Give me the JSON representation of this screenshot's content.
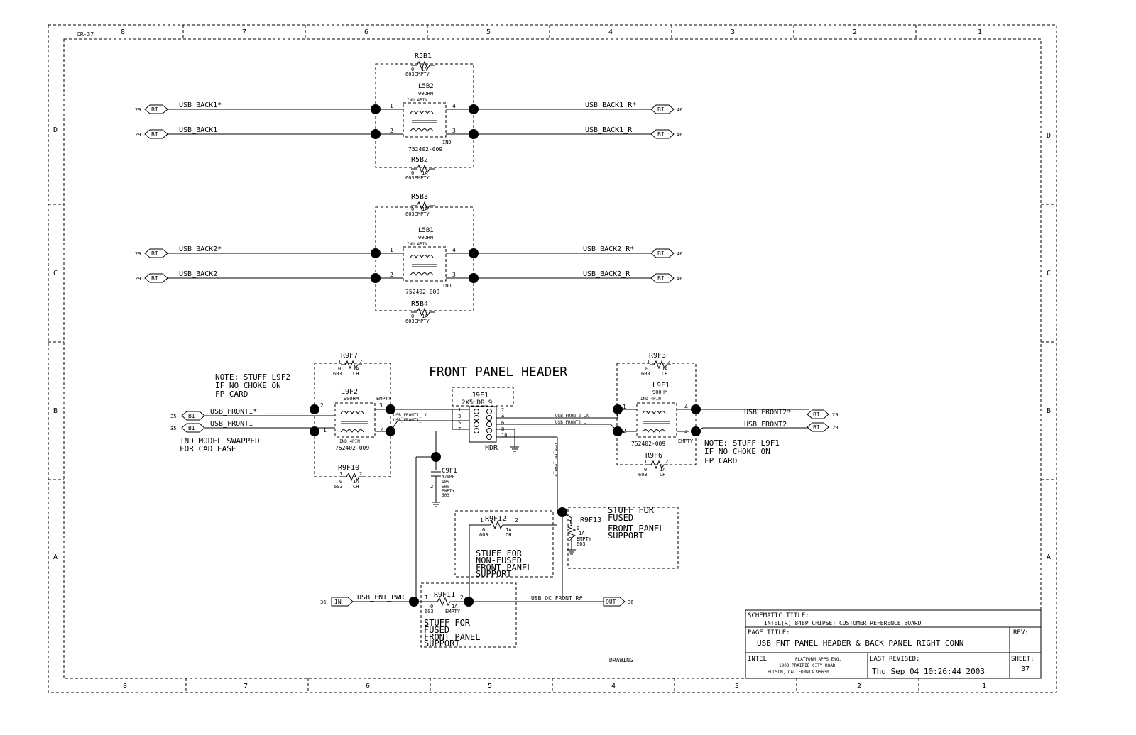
{
  "sheet_id": "CR-37",
  "zones": {
    "columns": [
      "8",
      "7",
      "6",
      "5",
      "4",
      "3",
      "2",
      "1"
    ],
    "rows": [
      "D",
      "C",
      "B",
      "A"
    ]
  },
  "title_block": {
    "schematic_title_label": "SCHEMATIC TITLE:",
    "schematic_title": "INTEL(R) 848P CHIPSET CUSTOMER REFERENCE BOARD",
    "page_title_label": "PAGE TITLE:",
    "page_title": "USB FNT PANEL HEADER & BACK PANEL RIGHT CONN",
    "rev_label": "REV:",
    "company": "INTEL",
    "address": [
      "PLATFORM APPS ENG.",
      "1900 PRAIRIE CITY ROAD",
      "FOLSOM, CALIFORNIA 95630"
    ],
    "last_revised_label": "LAST REVISED:",
    "last_revised": "Thu Sep 04 10:26:44 2003",
    "sheet_label": "SHEET:",
    "sheet_number": "37",
    "drawing_label": "DRAWING"
  },
  "back_groups": [
    {
      "choke": {
        "ref": "L5B2",
        "value": "90OHM",
        "type": "IND 4PIN",
        "part": "752402-009",
        "ind_tag": "IND"
      },
      "top_res": {
        "ref": "R5B1",
        "value": "0",
        "rating": "1A",
        "pkg": "603EMPTY"
      },
      "bot_res": {
        "ref": "R5B2",
        "value": "0",
        "rating": "1A",
        "pkg": "603EMPTY"
      },
      "pins": [
        "1",
        "2",
        "4",
        "3"
      ],
      "nets_in": [
        "USB_BACK1*",
        "USB_BACK1"
      ],
      "nets_out": [
        "USB_BACK1_R*",
        "USB_BACK1_R"
      ],
      "port_in": "29",
      "port_out": "46",
      "port_type": "BI"
    },
    {
      "choke": {
        "ref": "L5B1",
        "value": "90OHM",
        "type": "IND 4PIN",
        "part": "752402-009",
        "ind_tag": "IND"
      },
      "top_res": {
        "ref": "R5B3",
        "value": "0",
        "rating": "1A",
        "pkg": "603EMPTY"
      },
      "bot_res": {
        "ref": "R5B4",
        "value": "0",
        "rating": "1A",
        "pkg": "603EMPTY"
      },
      "pins": [
        "1",
        "2",
        "4",
        "3"
      ],
      "nets_in": [
        "USB_BACK2*",
        "USB_BACK2"
      ],
      "nets_out": [
        "USB_BACK2_R*",
        "USB_BACK2_R"
      ],
      "port_in": "29",
      "port_out": "46",
      "port_type": "BI"
    }
  ],
  "front": {
    "header_title": "FRONT PANEL HEADER",
    "left": {
      "note": [
        "NOTE: STUFF L9F2",
        "IF NO CHOKE ON",
        "FP CARD"
      ],
      "note_bottom": [
        "IND MODEL SWAPPED",
        "FOR CAD EASE"
      ],
      "nets": [
        "USB_FRONT1*",
        "USB_FRONT1"
      ],
      "port": "35",
      "port_type": "BI",
      "choke": {
        "ref": "L9F2",
        "value": "90OHM",
        "status": "EMPTY",
        "type": "IND 4PIN",
        "part": "752402-009"
      },
      "pins": [
        "2",
        "1",
        "3",
        "4"
      ],
      "top_res": {
        "ref": "R9F7",
        "value": "0",
        "rating": "1A",
        "pkg": "603",
        "note": "CH",
        "p1": "1",
        "p2": "2"
      },
      "bot_res": {
        "ref": "R9F10",
        "value": "0",
        "rating": "1A",
        "pkg": "603",
        "note": "CH",
        "p1": "1",
        "p2": "2"
      },
      "header_nets": [
        "USB_FRONT1_LX",
        "USB_FRONT1_L"
      ]
    },
    "right": {
      "note": [
        "NOTE: STUFF L9F1",
        "IF NO CHOKE ON",
        "FP CARD"
      ],
      "nets": [
        "USB_FRONT2*",
        "USB_FRONT2"
      ],
      "port": "29",
      "port_type": "BI",
      "choke": {
        "ref": "L9F1",
        "value": "90OHM",
        "status": "EMPTY",
        "type": "IND 4PIN",
        "part": "752402-009"
      },
      "pins": [
        "1",
        "2",
        "4",
        "3"
      ],
      "top_res": {
        "ref": "R9F3",
        "value": "0",
        "rating": "1A",
        "pkg": "603",
        "note": "CH",
        "p1": "1",
        "p2": "2"
      },
      "bot_res": {
        "ref": "R9F6",
        "value": "0",
        "rating": "1A",
        "pkg": "603",
        "note": "CH",
        "p1": "1",
        "p2": "2"
      },
      "header_nets": [
        "USB_FRONT2_LX",
        "USB_FRONT2_L"
      ]
    },
    "header": {
      "ref": "J9F1",
      "type": "2X5HDR_9",
      "label": "HDR",
      "pins_left": [
        "1",
        "3",
        "5",
        "7"
      ],
      "pins_right": [
        "2",
        "4",
        "6",
        "8",
        "10"
      ]
    },
    "vertical_net": "USB_FNT_PWR_R",
    "cap": {
      "ref": "C9F1",
      "value": "470PF",
      "tol": "10%",
      "voltage": "50V",
      "status": "EMPTY",
      "pkg": "603",
      "p1": "1",
      "p2": "2"
    },
    "r9f12": {
      "ref": "R9F12",
      "value": "0",
      "rating": "1A",
      "pkg": "603",
      "note": "CH",
      "p1": "1",
      "p2": "2",
      "box_text": [
        "STUFF FOR",
        "NON-FUSED",
        "FRONT PANEL",
        "SUPPORT"
      ]
    },
    "r9f13": {
      "ref": "R9F13",
      "value": "0",
      "rating": "1A",
      "status": "EMPTY",
      "pkg": "603",
      "p1": "1",
      "p2": "2",
      "box_text": [
        "STUFF FOR",
        "FUSED",
        "FRONT PANEL",
        "SUPPORT"
      ]
    },
    "r9f11": {
      "ref": "R9F11",
      "value": "0",
      "rating": "1A",
      "pkg": "603",
      "status": "EMPTY",
      "p1": "1",
      "p2": "2",
      "box_text": [
        "STUFF FOR",
        "FUSED",
        "FRONT PANEL",
        "SUPPORT"
      ]
    },
    "pwr_in": {
      "net": "USB_FNT_PWR",
      "port": "36",
      "port_type": "IN"
    },
    "oc_out": {
      "net": "USB_OC_FRONT_R#",
      "port": "36",
      "port_type": "OUT"
    }
  }
}
